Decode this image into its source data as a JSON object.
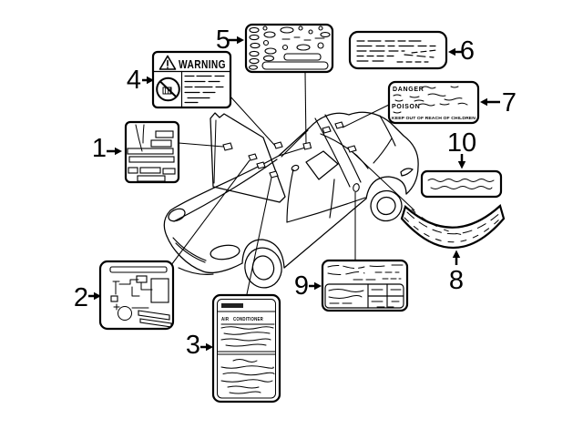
{
  "diagram": {
    "type": "parts-callout-diagram",
    "subject": "Information labels on convertible sports car",
    "background_color": "#ffffff",
    "line_color": "#000000"
  },
  "callouts": [
    {
      "number": "1"
    },
    {
      "number": "2"
    },
    {
      "number": "3"
    },
    {
      "number": "4"
    },
    {
      "number": "5"
    },
    {
      "number": "6"
    },
    {
      "number": "7"
    },
    {
      "number": "8"
    },
    {
      "number": "9"
    },
    {
      "number": "10"
    }
  ],
  "labels": {
    "warning": {
      "title": "WARNING"
    },
    "danger": {
      "title": "DANGER",
      "word": "POISON",
      "footer": "KEEP OUT OF REACH OF CHILDREN"
    },
    "air_conditioner": {
      "title": "AIR CONDITIONER"
    }
  }
}
